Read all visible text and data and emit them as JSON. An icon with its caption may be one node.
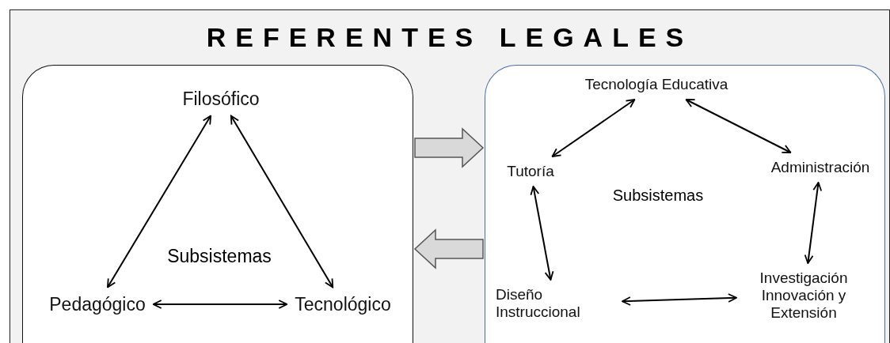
{
  "diagram": {
    "title": "REFERENTES LEGALES",
    "nodes": [
      {
        "text": [
          "Subsistemas"
        ]
      },
      {
        "text": [
          "Filosófico"
        ],
        "in": 0
      },
      {
        "text": [
          "Pedagógico"
        ],
        "in": 0
      },
      {
        "text": [
          "Tecnológico"
        ],
        "in": 0
      },
      {
        "text": [
          "Subsistemas"
        ]
      },
      {
        "text": [
          "Tecnología Educativa"
        ],
        "in": 4
      },
      {
        "text": [
          "Tutoría"
        ],
        "in": 4
      },
      {
        "text": [
          "Administración"
        ],
        "in": 4
      },
      {
        "text": [
          "Diseño Instruccional"
        ],
        "in": 4
      },
      {
        "text": [
          "Investigación Innovación y Extensión"
        ],
        "in": 4
      }
    ],
    "edges": [
      {
        "from": 1,
        "to": 2,
        "arrow": "both"
      },
      {
        "from": 1,
        "to": 3,
        "arrow": "both"
      },
      {
        "from": 2,
        "to": 3,
        "arrow": "both"
      },
      {
        "from": 0,
        "to": 4,
        "arrow": "to",
        "style": "thick"
      },
      {
        "from": 4,
        "to": 0,
        "arrow": "to",
        "style": "thick"
      },
      {
        "from": 5,
        "to": 6,
        "arrow": "both"
      },
      {
        "from": 5,
        "to": 7,
        "arrow": "both"
      },
      {
        "from": 7,
        "to": 9,
        "arrow": "both"
      },
      {
        "from": 9,
        "to": 8,
        "arrow": "both"
      },
      {
        "from": 8,
        "to": 6,
        "arrow": "both"
      }
    ]
  }
}
